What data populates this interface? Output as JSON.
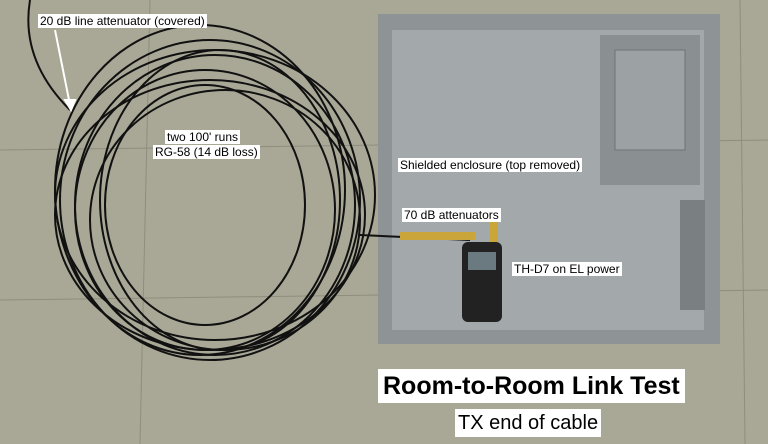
{
  "labels": {
    "line_attenuator": "20 dB line attenuator (covered)",
    "runs_line1": "two 100' runs",
    "runs_line2": "RG-58 (14 dB loss)",
    "enclosure": "Shielded enclosure (top removed)",
    "attenuators": "70 dB attenuators",
    "radio": "TH-D7 on EL power"
  },
  "title": "Room-to-Room Link Test",
  "subtitle": "TX end of cable",
  "colors": {
    "floor": "#a9a796",
    "enclosure": "#9ea3a6",
    "cable": "#111111"
  }
}
